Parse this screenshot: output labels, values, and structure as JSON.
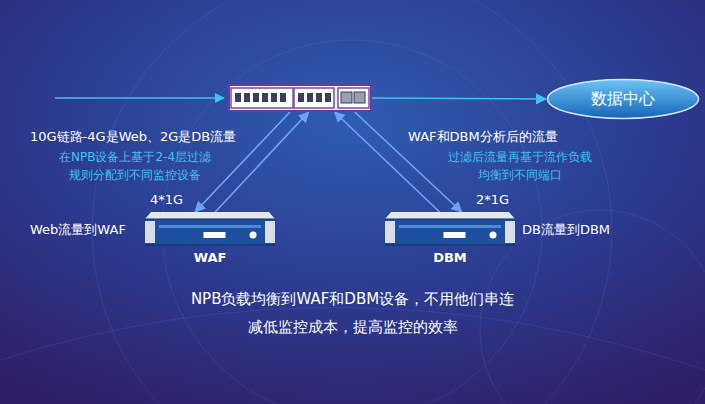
{
  "diagram": {
    "nodes": [
      {
        "text": []
      },
      {
        "text": [
          "数据中心"
        ]
      },
      {
        "text": [
          "WAF"
        ]
      },
      {
        "text": [
          "DBM"
        ]
      }
    ],
    "edges": [
      {
        "from": 0,
        "to": 1,
        "arrow": "to"
      },
      {
        "from": 0,
        "to": 2,
        "arrow": "to"
      },
      {
        "from": 2,
        "to": 0,
        "arrow": "to"
      },
      {
        "from": 0,
        "to": 3,
        "arrow": "to"
      },
      {
        "from": 3,
        "to": 0,
        "arrow": "to"
      }
    ],
    "labels": [
      "10G链路-4G是Web、2G是DB流量",
      "在NPB设备上基于2-4层过滤 规则分配到不同监控设备",
      "4*1G",
      "Web流量到WAF",
      "WAF和DBM分析后的流量",
      "过滤后流量再基于流作负载 均衡到不同端口",
      "2*1G",
      "DB流量到DBM",
      "NPB负载均衡到WAF和DBM设备，不用他们串连",
      "减低监控成本，提高监控的效率"
    ]
  }
}
